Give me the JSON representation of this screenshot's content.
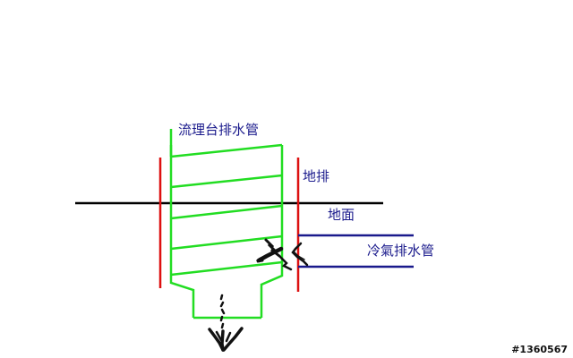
{
  "labels": {
    "sink_drain_pipe": "流理台排水管",
    "floor_drain": "地排",
    "ground": "地面",
    "ac_drain_pipe": "冷氣排水管"
  },
  "watermark": "#1360567",
  "colors": {
    "sink_pipe": "#22dd22",
    "floor_drain": "#dd1111",
    "ground_line": "#000000",
    "ac_pipe": "#1a1a8c",
    "label_text": "#1a1a8c",
    "marks": "#111111"
  }
}
